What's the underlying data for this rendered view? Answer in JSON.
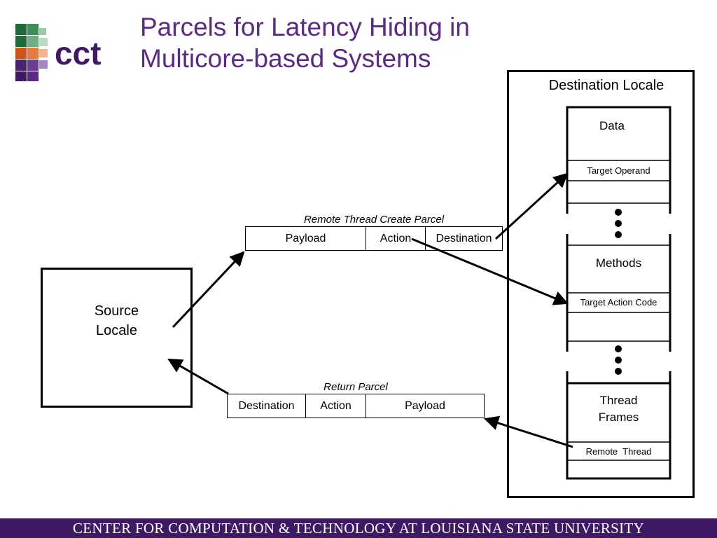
{
  "slide": {
    "title_lines": [
      "Parcels for Latency Hiding in",
      "Multicore-based Systems"
    ],
    "title_color": "#5b2a86",
    "logo_text": "cct"
  },
  "source_locale": {
    "line1": "Source",
    "line2": "Locale"
  },
  "destination_locale": {
    "label": "Destination Locale",
    "data_block": {
      "label": "Data",
      "row": "Target Operand"
    },
    "methods_block": {
      "label": "Methods",
      "row": "Target Action Code"
    },
    "frames_block": {
      "line1": "Thread",
      "line2": "Frames",
      "row": "Remote  Thread"
    }
  },
  "create_parcel": {
    "caption": "Remote Thread Create Parcel",
    "fields": [
      "Payload",
      "Action",
      "Destination"
    ]
  },
  "return_parcel": {
    "caption": "Return  Parcel",
    "fields": [
      "Destination",
      "Action",
      "Payload"
    ]
  },
  "footer": {
    "text": "CENTER FOR COMPUTATION & TECHNOLOGY AT LOUISIANA STATE UNIVERSITY",
    "color": "#3d1a63"
  }
}
